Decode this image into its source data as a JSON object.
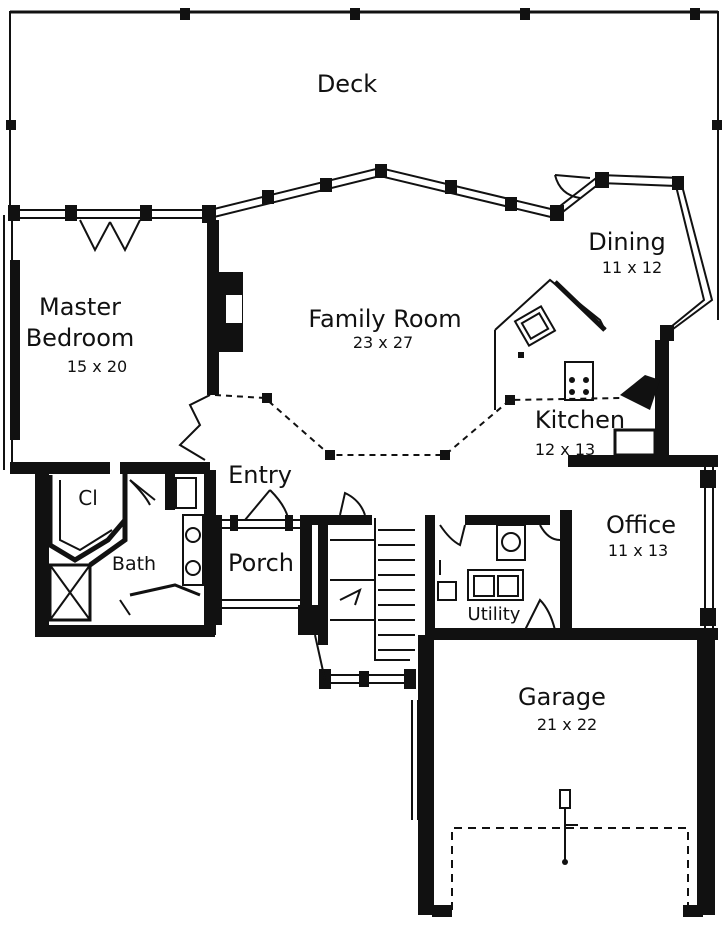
{
  "rooms": {
    "deck": {
      "name": "Deck",
      "dims": ""
    },
    "dining": {
      "name": "Dining",
      "dims": "11 x 12"
    },
    "master_bedroom": {
      "name_line1": "Master",
      "name_line2": "Bedroom",
      "dims": "15 x 20"
    },
    "family_room": {
      "name": "Family Room",
      "dims": "23 x 27"
    },
    "kitchen": {
      "name": "Kitchen",
      "dims": "12 x 13"
    },
    "entry": {
      "name": "Entry"
    },
    "closet": {
      "name": "Cl"
    },
    "bath": {
      "name": "Bath"
    },
    "porch": {
      "name": "Porch"
    },
    "office": {
      "name": "Office",
      "dims": "11 x 13"
    },
    "utility": {
      "name": "Utility"
    },
    "garage": {
      "name": "Garage",
      "dims": "21 x 22"
    }
  },
  "colors": {
    "ink": "#111111",
    "paper": "#ffffff"
  }
}
